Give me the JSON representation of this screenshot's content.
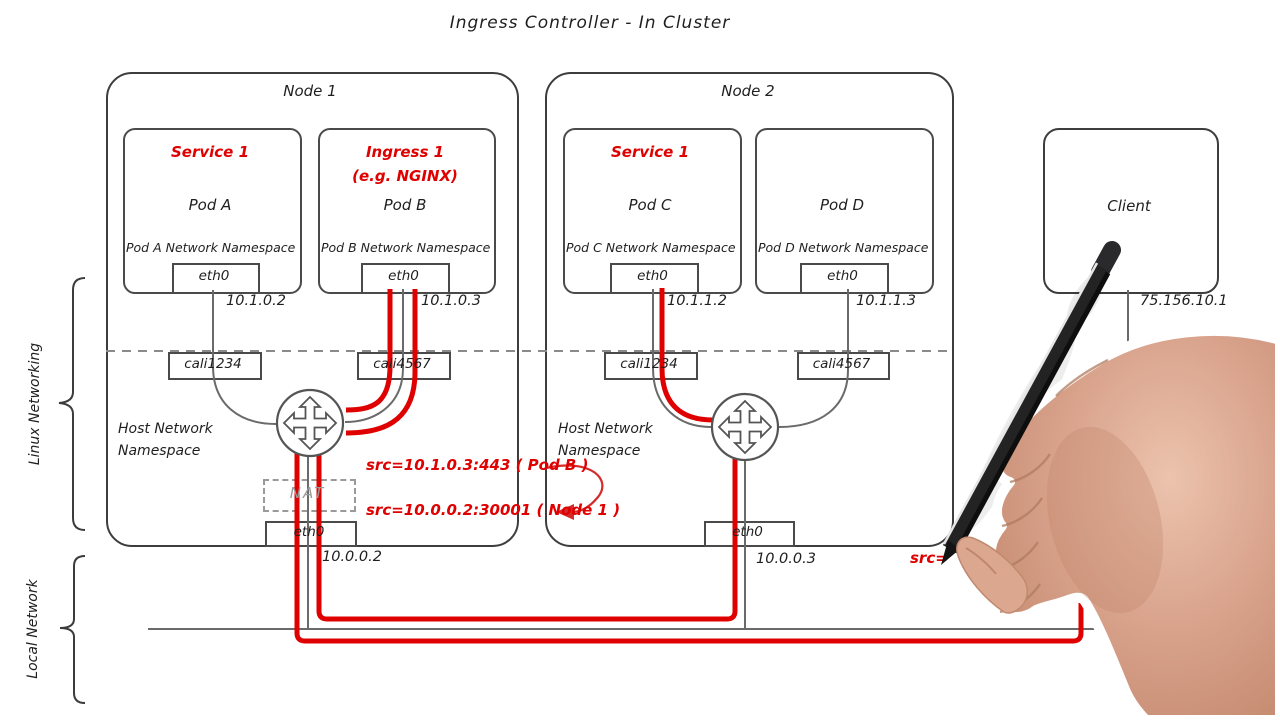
{
  "title": "Ingress Controller - In Cluster",
  "side_labels": {
    "linux": "Linux Networking",
    "local": "Local Network"
  },
  "nodes": [
    {
      "title": "Node 1",
      "pods": [
        {
          "service_line1": "Service 1",
          "service_line2": "",
          "name": "Pod A",
          "namespace": "Pod A Network Namespace",
          "iface": "eth0",
          "ip": "10.1.0.2"
        },
        {
          "service_line1": "Ingress 1",
          "service_line2": "(e.g. NGINX)",
          "name": "Pod B",
          "namespace": "Pod B Network Namespace",
          "iface": "eth0",
          "ip": "10.1.0.3"
        }
      ],
      "veths": [
        "cali1234",
        "cali4567"
      ],
      "host_ns_label": "Host Network Namespace",
      "nat_label": "NAT",
      "iface": "eth0",
      "ip": "10.0.0.2"
    },
    {
      "title": "Node 2",
      "pods": [
        {
          "service_line1": "Service 1",
          "service_line2": "",
          "name": "Pod C",
          "namespace": "Pod C Network Namespace",
          "iface": "eth0",
          "ip": "10.1.1.2"
        },
        {
          "service_line1": "",
          "service_line2": "",
          "name": "Pod D",
          "namespace": "Pod D Network Namespace",
          "iface": "eth0",
          "ip": "10.1.1.3"
        }
      ],
      "veths": [
        "cali1234",
        "cali4567"
      ],
      "host_ns_label": "Host Network Namespace",
      "iface": "eth0",
      "ip": "10.0.0.3"
    }
  ],
  "client": {
    "name": "Client",
    "ip": "75.156.10.1"
  },
  "annotations": {
    "src_pod": "src=10.1.0.3:443  ( Pod B )",
    "src_node": "src=10.0.0.2:30001  ( Node 1 )",
    "src_partial": "src="
  },
  "icons": {
    "router": "four-way-arrows-router-icon",
    "hand": "hand-holding-pen"
  },
  "colors": {
    "red": "#df0000",
    "line": "#6a6a6a",
    "ink": "#1f1f1f"
  }
}
